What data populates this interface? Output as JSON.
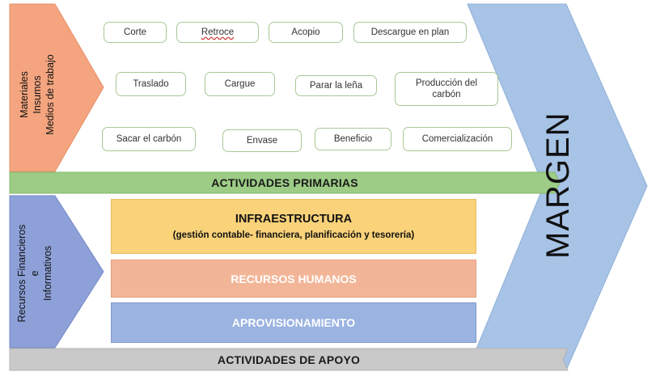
{
  "primary_inputs": {
    "lines": [
      "Materiales",
      "Insumos",
      "Medios de trabajo"
    ]
  },
  "primary_activities": [
    "Corte",
    "Retroce",
    "Acopio",
    "Descargue en plan",
    "Traslado",
    "Cargue",
    "Parar la leña",
    "Producción del carbón",
    "Sacar el carbón",
    "Envase",
    "Beneficio",
    "Comercialización"
  ],
  "primary_label": "ACTIVIDADES PRIMARIAS",
  "support_inputs": {
    "lines": [
      "Recursos Financieros",
      "e",
      "Informativos"
    ]
  },
  "support_activities": {
    "infra_title": "INFRAESTRUCTURA",
    "infra_sub": "(gestión contable- financiera, planificación y tesorería)",
    "rrhh": "RECURSOS HUMANOS",
    "aprov": "APROVISIONAMIENTO"
  },
  "support_label": "ACTIVIDADES DE APOYO",
  "margin_label": "MARGEN",
  "colors": {
    "primary_arrow": "#f4a57f",
    "primary_bar": "#9ccc85",
    "support_arrow": "#8da0d8",
    "support_bar": "#c9c9c9",
    "margin_arrow": "#a7c3e6",
    "infra": "#fad27a",
    "rrhh": "#f3b597",
    "aprov": "#9bb3e1"
  }
}
